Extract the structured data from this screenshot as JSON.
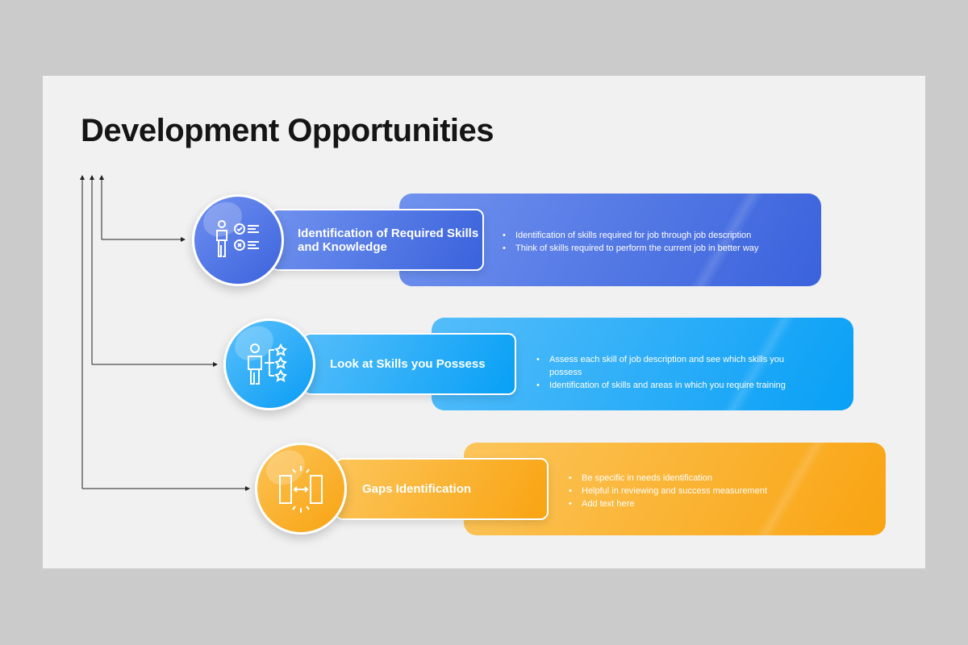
{
  "title": "Development Opportunities",
  "steps": [
    {
      "label": "Identification of Required Skills and Knowledge",
      "icon": "skills-checklist-icon",
      "color": "#3a62dc",
      "bullets": [
        "Identification of skills required for job through job description",
        "Think of skills required to perform the current job in better way"
      ]
    },
    {
      "label": "Look at Skills you Possess",
      "icon": "person-skills-stars-icon",
      "color": "#0a9cf5",
      "bullets": [
        "Assess each skill of job description and see which skills you possess",
        "Identification of skills and areas in which you require training"
      ]
    },
    {
      "label": "Gaps Identification",
      "icon": "gap-doors-icon",
      "color": "#f9a514",
      "bullets": [
        "Be specific in needs identification",
        "Helpful in reviewing and success measurement",
        "Add text here"
      ]
    }
  ]
}
